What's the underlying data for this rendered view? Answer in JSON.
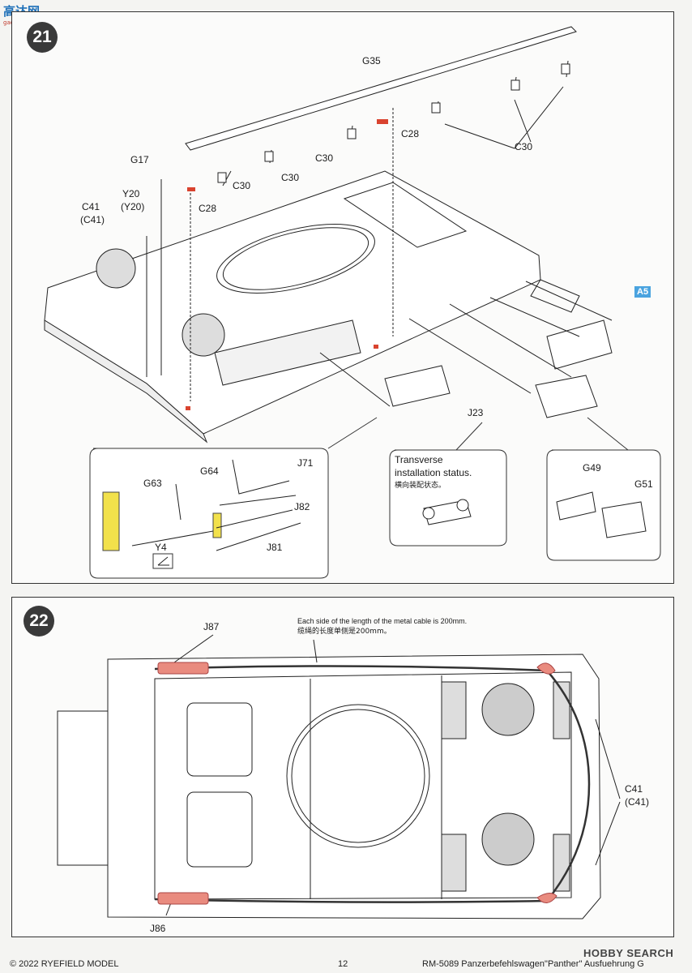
{
  "watermark": {
    "top_text": "高达网",
    "top_url": "gao-shou.com",
    "bottom_text": "HOBBY SEARCH"
  },
  "step21": {
    "number": "21",
    "labels": {
      "G35": "G35",
      "C28a": "C28",
      "C28b": "C28",
      "C30a": "C30",
      "C30b": "C30",
      "C30c": "C30",
      "C30d": "C30",
      "G17": "G17",
      "Y20": "Y20",
      "Y20p": "(Y20)",
      "C41": "C41",
      "C41p": "(C41)",
      "A5": "A5",
      "J23": "J23",
      "G63": "G63",
      "G64": "G64",
      "J71": "J71",
      "J82": "J82",
      "J81": "J81",
      "Y4": "Y4",
      "G49": "G49",
      "G51": "G51"
    },
    "note_en_1": "Transverse",
    "note_en_2": "installation status.",
    "note_cn": "横向装配状态。",
    "colors": {
      "highlight": "#f2e14b",
      "red_part": "#d9432f",
      "tag": "#4aa3df"
    }
  },
  "step22": {
    "number": "22",
    "note_en": "Each side of the length of the metal cable is 200mm.",
    "note_cn": "缆绳的长度单侧是200mm。",
    "labels": {
      "J87": "J87",
      "J86": "J86",
      "C41": "C41",
      "C41p": "(C41)"
    },
    "colors": {
      "cable_end": "#e98b7f"
    }
  },
  "footer": {
    "copyright": "© 2022 RYEFIELD MODEL",
    "page": "12",
    "product": "RM-5089 Panzerbefehlswagen\"Panther\" Ausfuehrung G"
  }
}
